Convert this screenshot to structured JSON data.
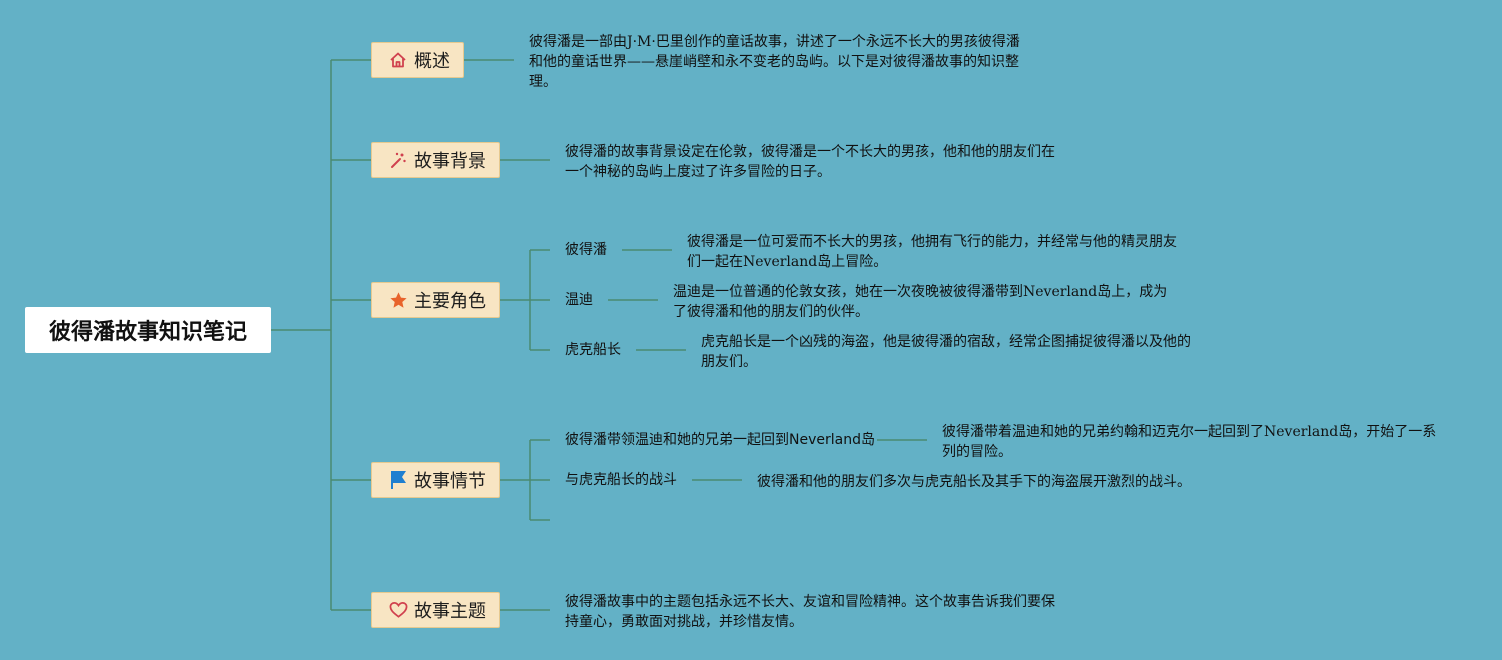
{
  "root": {
    "title": "彼得潘故事知识笔记"
  },
  "overview": {
    "label": "概述",
    "icon": "home-icon",
    "text": "彼得潘是一部由J·M·巴里创作的童话故事，讲述了一个永远不长大的男孩彼得潘和他的童话世界——悬崖峭壁和永不变老的岛屿。以下是对彼得潘故事的知识整理。"
  },
  "background": {
    "label": "故事背景",
    "icon": "magic-wand-icon",
    "text": "彼得潘的故事背景设定在伦敦，彼得潘是一个不长大的男孩，他和他的朋友们在一个神秘的岛屿上度过了许多冒险的日子。"
  },
  "characters": {
    "label": "主要角色",
    "icon": "star-icon",
    "items": [
      {
        "name": "彼得潘",
        "desc": "彼得潘是一位可爱而不长大的男孩，他拥有飞行的能力，并经常与他的精灵朋友们一起在Neverland岛上冒险。"
      },
      {
        "name": "温迪",
        "desc": "温迪是一位普通的伦敦女孩，她在一次夜晚被彼得潘带到Neverland岛上，成为了彼得潘和他的朋友们的伙伴。"
      },
      {
        "name": "虎克船长",
        "desc": "虎克船长是一个凶残的海盗，他是彼得潘的宿敌，经常企图捕捉彼得潘以及他的朋友们。"
      }
    ]
  },
  "plot": {
    "label": "故事情节",
    "icon": "flag-icon",
    "items": [
      {
        "name": "彼得潘带领温迪和她的兄弟一起回到Neverland岛",
        "desc": "彼得潘带着温迪和她的兄弟约翰和迈克尔一起回到了Neverland岛，开始了一系列的冒险。"
      },
      {
        "name": "与虎克船长的战斗",
        "desc": "彼得潘和他的朋友们多次与虎克船长及其手下的海盗展开激烈的战斗。"
      }
    ]
  },
  "theme": {
    "label": "故事主题",
    "icon": "heart-icon",
    "text": "彼得潘故事中的主题包括永远不长大、友谊和冒险精神。这个故事告诉我们要保持童心，勇敢面对挑战，并珍惜友情。"
  },
  "colors": {
    "background": "#63b1c6",
    "line": "#4a8a70",
    "node_fill": "#f8e5c3"
  }
}
